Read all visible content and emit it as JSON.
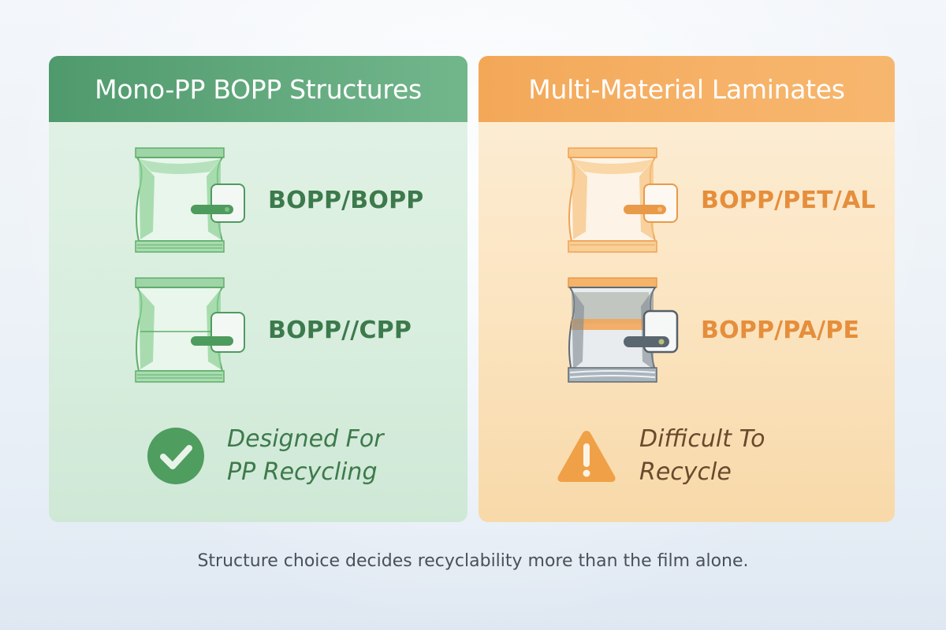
{
  "panels": {
    "left": {
      "title": "Mono-PP BOPP Structures",
      "accent": "#5fa67a",
      "items": [
        {
          "label": "BOPP/BOPP",
          "icon": "pouch-icon"
        },
        {
          "label": "BOPP//CPP",
          "icon": "pouch-icon"
        }
      ],
      "status": {
        "icon": "checkmark-circle-icon",
        "line1": "Designed For",
        "line2": "PP Recycling"
      }
    },
    "right": {
      "title": "Multi-Material Laminates",
      "accent": "#f5ad60",
      "items": [
        {
          "label": "BOPP/PET/AL",
          "icon": "pouch-icon"
        },
        {
          "label": "BOPP/PA/PE",
          "icon": "pouch-icon"
        }
      ],
      "status": {
        "icon": "warning-triangle-icon",
        "line1": "Difficult To",
        "line2": "Recycle"
      }
    }
  },
  "caption": "Structure choice decides recyclability more than the film alone."
}
